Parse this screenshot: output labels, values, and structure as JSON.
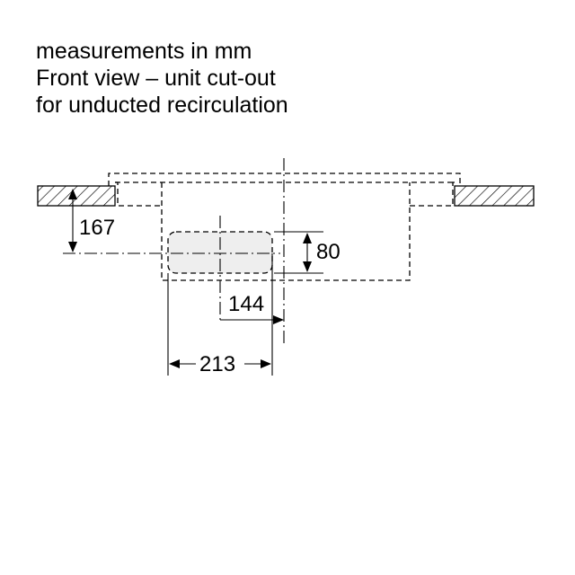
{
  "title_lines": [
    "measurements in mm",
    "Front view – unit cut-out",
    "for unducted recirculation"
  ],
  "dimensions": {
    "height_from_worktop": "167",
    "outlet_height": "80",
    "centre_offset": "144",
    "outer_offset": "213"
  },
  "colors": {
    "line": "#000000",
    "outlet_fill": "#eeeeee",
    "background": "#ffffff"
  }
}
